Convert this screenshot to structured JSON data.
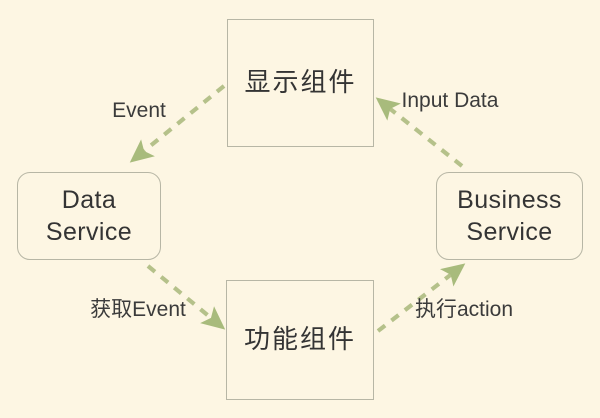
{
  "diagram": {
    "title": "component data flow loop",
    "background_color": "#fdf6e3",
    "node_border_color": "#b7b6a5",
    "node_text_color": "#343434",
    "edge_color": "#b5c18a",
    "edge_label_color": "#3b3b3b",
    "nodes": [
      {
        "id": "display",
        "label": "显示组件",
        "shape": "rectangle",
        "position": "top-center"
      },
      {
        "id": "data-service",
        "label": "Data\nService",
        "shape": "rounded-rectangle",
        "position": "middle-left"
      },
      {
        "id": "business-service",
        "label": "Business\nService",
        "shape": "rounded-rectangle",
        "position": "middle-right"
      },
      {
        "id": "function",
        "label": "功能组件",
        "shape": "rectangle",
        "position": "bottom-center"
      }
    ],
    "edges": [
      {
        "id": "display-to-data",
        "from": "display",
        "to": "data-service",
        "label": "Event",
        "style": "dashed",
        "arrow": "end"
      },
      {
        "id": "data-to-function",
        "from": "data-service",
        "to": "function",
        "label": "获取Event",
        "style": "dashed",
        "arrow": "end"
      },
      {
        "id": "function-to-business",
        "from": "function",
        "to": "business-service",
        "label": "执行action",
        "style": "dashed",
        "arrow": "end"
      },
      {
        "id": "business-to-display",
        "from": "business-service",
        "to": "display",
        "label": "Input Data",
        "style": "dashed",
        "arrow": "end"
      }
    ]
  }
}
